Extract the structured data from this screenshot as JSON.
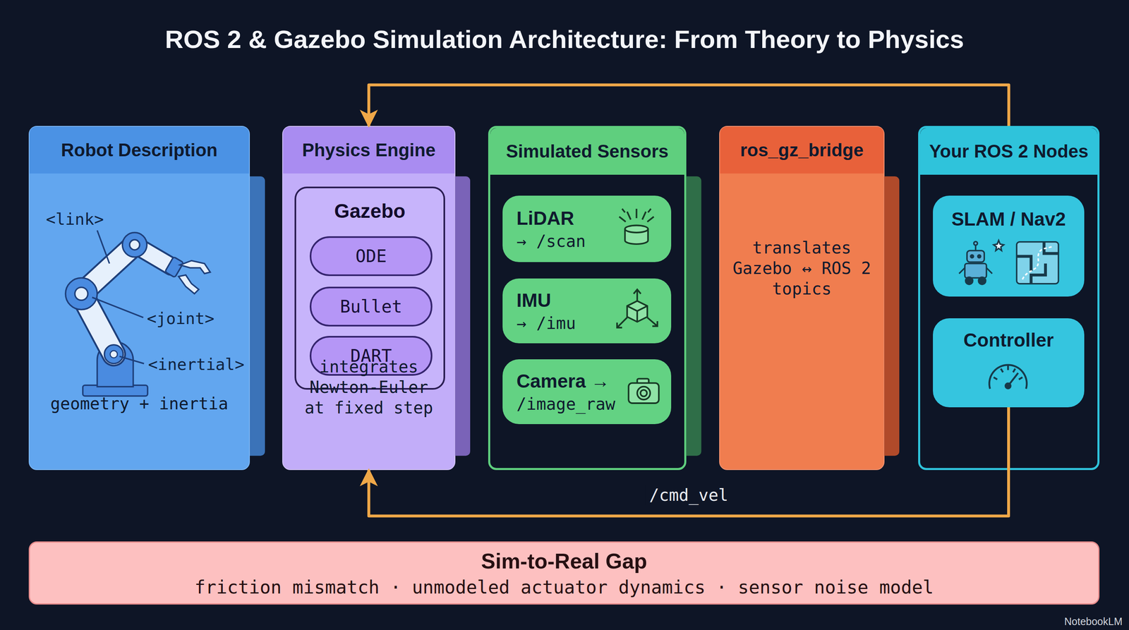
{
  "diagram": {
    "title": "ROS 2 & Gazebo Simulation Architecture: From Theory to Physics",
    "nodes": [
      {
        "text": [
          "Robot Description",
          "geometry + inertia"
        ]
      },
      {
        "text": [
          "Physics Engine",
          "integrates Newton-Euler at fixed step"
        ]
      },
      {
        "text": [
          "Gazebo"
        ],
        "in": 1
      },
      {
        "text": [
          "ODE"
        ],
        "in": 2
      },
      {
        "text": [
          "Bullet"
        ],
        "in": 2
      },
      {
        "text": [
          "DART"
        ],
        "in": 2
      },
      {
        "text": [
          "Simulated Sensors"
        ]
      },
      {
        "text": [
          "LiDAR",
          "→ /scan"
        ],
        "in": 6
      },
      {
        "text": [
          "IMU",
          "→ /imu"
        ],
        "in": 6
      },
      {
        "text": [
          "Camera →",
          "/image_raw"
        ],
        "in": 6
      },
      {
        "text": [
          "ros_gz_bridge",
          "translates Gazebo ↔ ROS 2 topics"
        ]
      },
      {
        "text": [
          "Your ROS 2 Nodes"
        ]
      },
      {
        "text": [
          "SLAM / Nav2"
        ],
        "in": 11
      },
      {
        "text": [
          "Controller"
        ],
        "in": 11
      },
      {
        "text": [
          "Sim-to-Real Gap",
          "friction mismatch · unmodeled actuator dynamics · sensor noise model"
        ]
      }
    ],
    "edges": [
      {
        "from": 11,
        "to": 1,
        "arrow": "to"
      },
      {
        "from": 13,
        "to": 1,
        "label": "/cmd_vel",
        "arrow": "to"
      }
    ],
    "labels": [
      "<link>",
      "<joint>",
      "<inertial>",
      "NotebookLM"
    ]
  }
}
